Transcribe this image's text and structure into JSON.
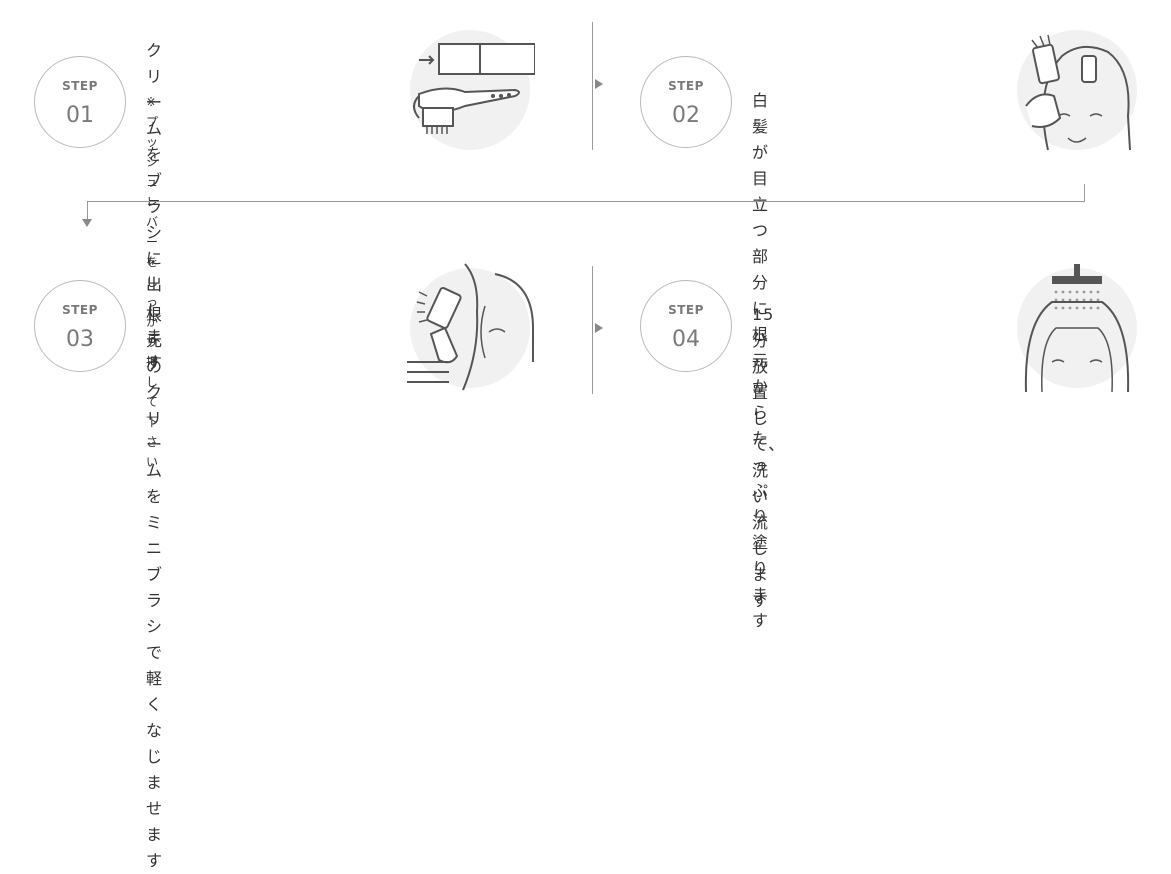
{
  "steps": [
    {
      "label": "STEP",
      "number": "01",
      "text_lines": [
        "クリームをブラシに出し",
        "ます"
      ],
      "note_lines": [
        "※プッシュレバーをしっか",
        "り押して下さい"
      ]
    },
    {
      "label": "STEP",
      "number": "02",
      "text_lines": [
        "白髪が目立つ部分に根元",
        "からたっぷり塗ります"
      ]
    },
    {
      "label": "STEP",
      "number": "03",
      "text_lines": [
        "根元のクリームをミニブ",
        "ラシで軽くなじませます"
      ]
    },
    {
      "label": "STEP",
      "number": "04",
      "text_lines": [
        "15分放置して、洗い流し",
        "ます"
      ]
    }
  ],
  "colors": {
    "circle_border": "#b9b9b9",
    "circle_text": "#7a7a7a",
    "line": "#9a9a9a",
    "illus_bg": "#f1f1f1"
  },
  "icons": [
    "brush-dispenser-icon",
    "applying-to-roots-icon",
    "mini-brush-icon",
    "shower-rinse-icon",
    "arrow-right-icon",
    "arrow-down-icon"
  ]
}
